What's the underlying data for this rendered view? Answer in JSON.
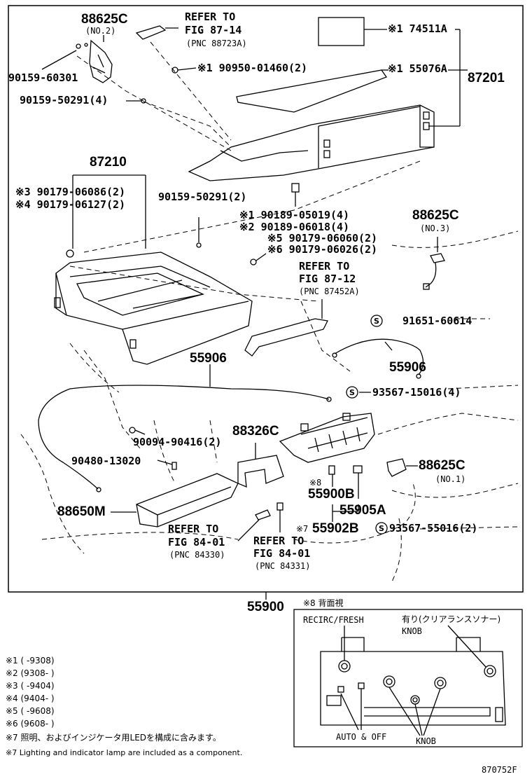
{
  "top_labels": {
    "p88625c_2": "88625C",
    "no2": "(NO.2)",
    "refer_8714": "REFER TO",
    "fig_8714": "FIG 87-14",
    "pnc_88723a": "(PNC 88723A)",
    "p74511a": "※1 74511A",
    "p90159_60301": "90159-60301",
    "p90950": "※1 90950-01460(2)",
    "p55076a": "※1 55076A",
    "p87201": "87201",
    "p90159_50291_4": "90159-50291(4)"
  },
  "mid_labels": {
    "p87210": "87210",
    "p90179_06086": "※3 90179-06086(2)",
    "p90179_06127": "※4 90179-06127(2)",
    "p90159_50291_2": "90159-50291(2)",
    "p90189_05019": "※1 90189-05019(4)",
    "p90189_06018": "※2 90189-06018(4)",
    "p90179_06060": "※5 90179-06060(2)",
    "p90179_06026": "※6 90179-06026(2)",
    "p88625c_3": "88625C",
    "no3": "(NO.3)",
    "refer_8712": "REFER TO",
    "fig_8712": "FIG 87-12",
    "pnc_87452a": "(PNC 87452A)",
    "p91651": "91651-60614",
    "p55906_a": "55906",
    "p55906_b": "55906",
    "p93567_15016": "93567-15016(4)"
  },
  "lower_labels": {
    "p88326c": "88326C",
    "p90094": "90094-90416(2)",
    "p90480": "90480-13020",
    "p88625c_1": "88625C",
    "no1": "(NO.1)",
    "note8": "※8",
    "p55900b": "55900B",
    "p55905a": "55905A",
    "p88650m": "88650M",
    "note7": "※7",
    "p55902b": "55902B",
    "p93567_55016": "93567-55016(2)",
    "refer_8401a": "REFER TO",
    "fig_8401a": "FIG 84-01",
    "pnc_84330": "(PNC 84330)",
    "refer_8401b": "REFER TO",
    "fig_8401b": "FIG 84-01",
    "pnc_84331": "(PNC 84331)",
    "p55900": "55900"
  },
  "inset": {
    "title": "※8 背面視",
    "recirc": "RECIRC/FRESH",
    "ari": "有り(クリアランスソナー)",
    "knob_top": "KNOB",
    "auto_off": "AUTO & OFF",
    "knob_bottom": "KNOB"
  },
  "notes": [
    "※1 (     -9308)",
    "※2 (9308-     )",
    "※3 (     -9404)",
    "※4 (9404-     )",
    "※5 (     -9608)",
    "※6 (9608-     )",
    "※7 照明、およびインジケータ用LEDを構成に含みます。",
    "※7 Lighting and indicator lamp are included as a component."
  ],
  "s_symbol": "S",
  "figure_code": "870752F"
}
